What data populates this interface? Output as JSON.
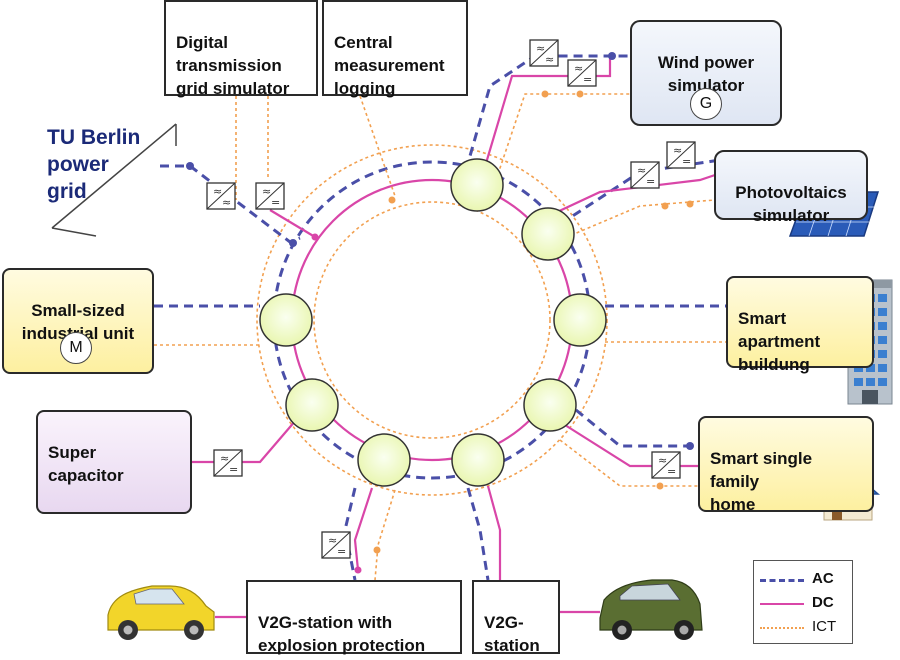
{
  "grid_label": "TU Berlin\npower\ngrid",
  "boxes": {
    "digital_grid": "Digital\ntransmission\ngrid simulator",
    "central_measurement": "Central\nmeasurement\nlogging",
    "wind": "Wind power\nsimulator",
    "pv": "Photovoltaics\nsimulator",
    "industrial": "Small-sized\nindustrial unit",
    "apartment": "Smart\napartment\nbuildung",
    "supercap": "Super\ncapacitor",
    "home": "Smart single\nfamily\nhome",
    "v2g_ex": "V2G-station with\nexplosion protection",
    "v2g": "V2G-\nstation"
  },
  "symbols": {
    "generator": "G",
    "motor": "M"
  },
  "legend": [
    {
      "label": "AC",
      "color": "#4a4fa8",
      "style": "dashed"
    },
    {
      "label": "DC",
      "color": "#d946a8",
      "style": "solid"
    },
    {
      "label": "ICT",
      "color": "#f2a050",
      "style": "dotted"
    }
  ],
  "converter_symbols": [
    "≈/=",
    "≈/≈"
  ],
  "colors": {
    "ac": "#4a4fa8",
    "dc": "#d946a8",
    "ict": "#f2a050",
    "node_fill": "#f5fbd0",
    "grid_label": "#1b2a78"
  }
}
